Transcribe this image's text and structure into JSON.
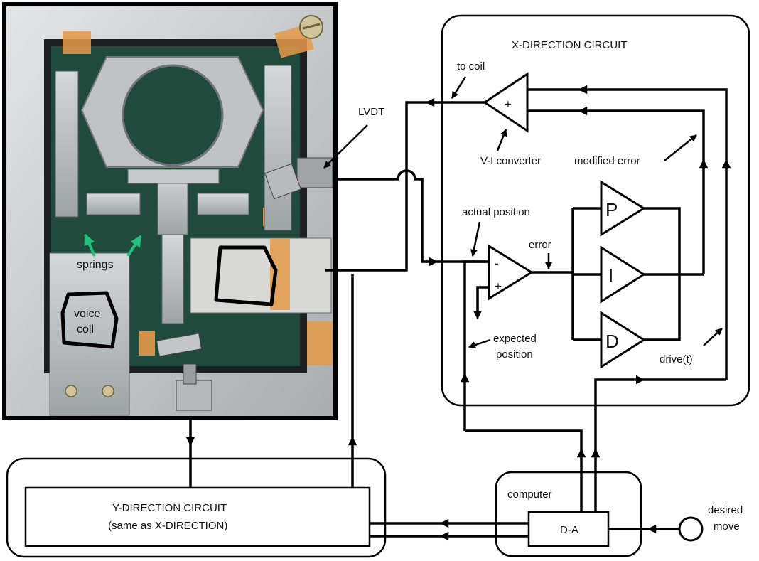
{
  "x_circuit": {
    "title": "X-DIRECTION CIRCUIT",
    "to_coil": "to coil",
    "vi_converter": "V-I converter",
    "vi_sign": "+",
    "modified_error": "modified error",
    "actual_position": "actual position",
    "error": "error",
    "expected_position_line1": "expected",
    "expected_position_line2": "position",
    "drive": "drive(t)",
    "summer_minus": "-",
    "summer_plus": "+",
    "amp_p": "P",
    "amp_i": "I",
    "amp_d": "D"
  },
  "lvdt_label": "LVDT",
  "photo": {
    "springs_label": "springs",
    "voice_coil_line1": "voice",
    "voice_coil_line2": "coil"
  },
  "y_circuit": {
    "line1": "Y-DIRECTION CIRCUIT",
    "line2": "(same as X-DIRECTION)"
  },
  "computer": {
    "label": "computer",
    "da_label": "D-A"
  },
  "desired_move": {
    "line1": "desired",
    "line2": "move"
  },
  "colors": {
    "wire": "#000000",
    "spring_arrows": "#22c07a",
    "photo_plate": "#1f4a3c",
    "tape": "#e59a4a",
    "aluminium": "#c8cbcc"
  }
}
